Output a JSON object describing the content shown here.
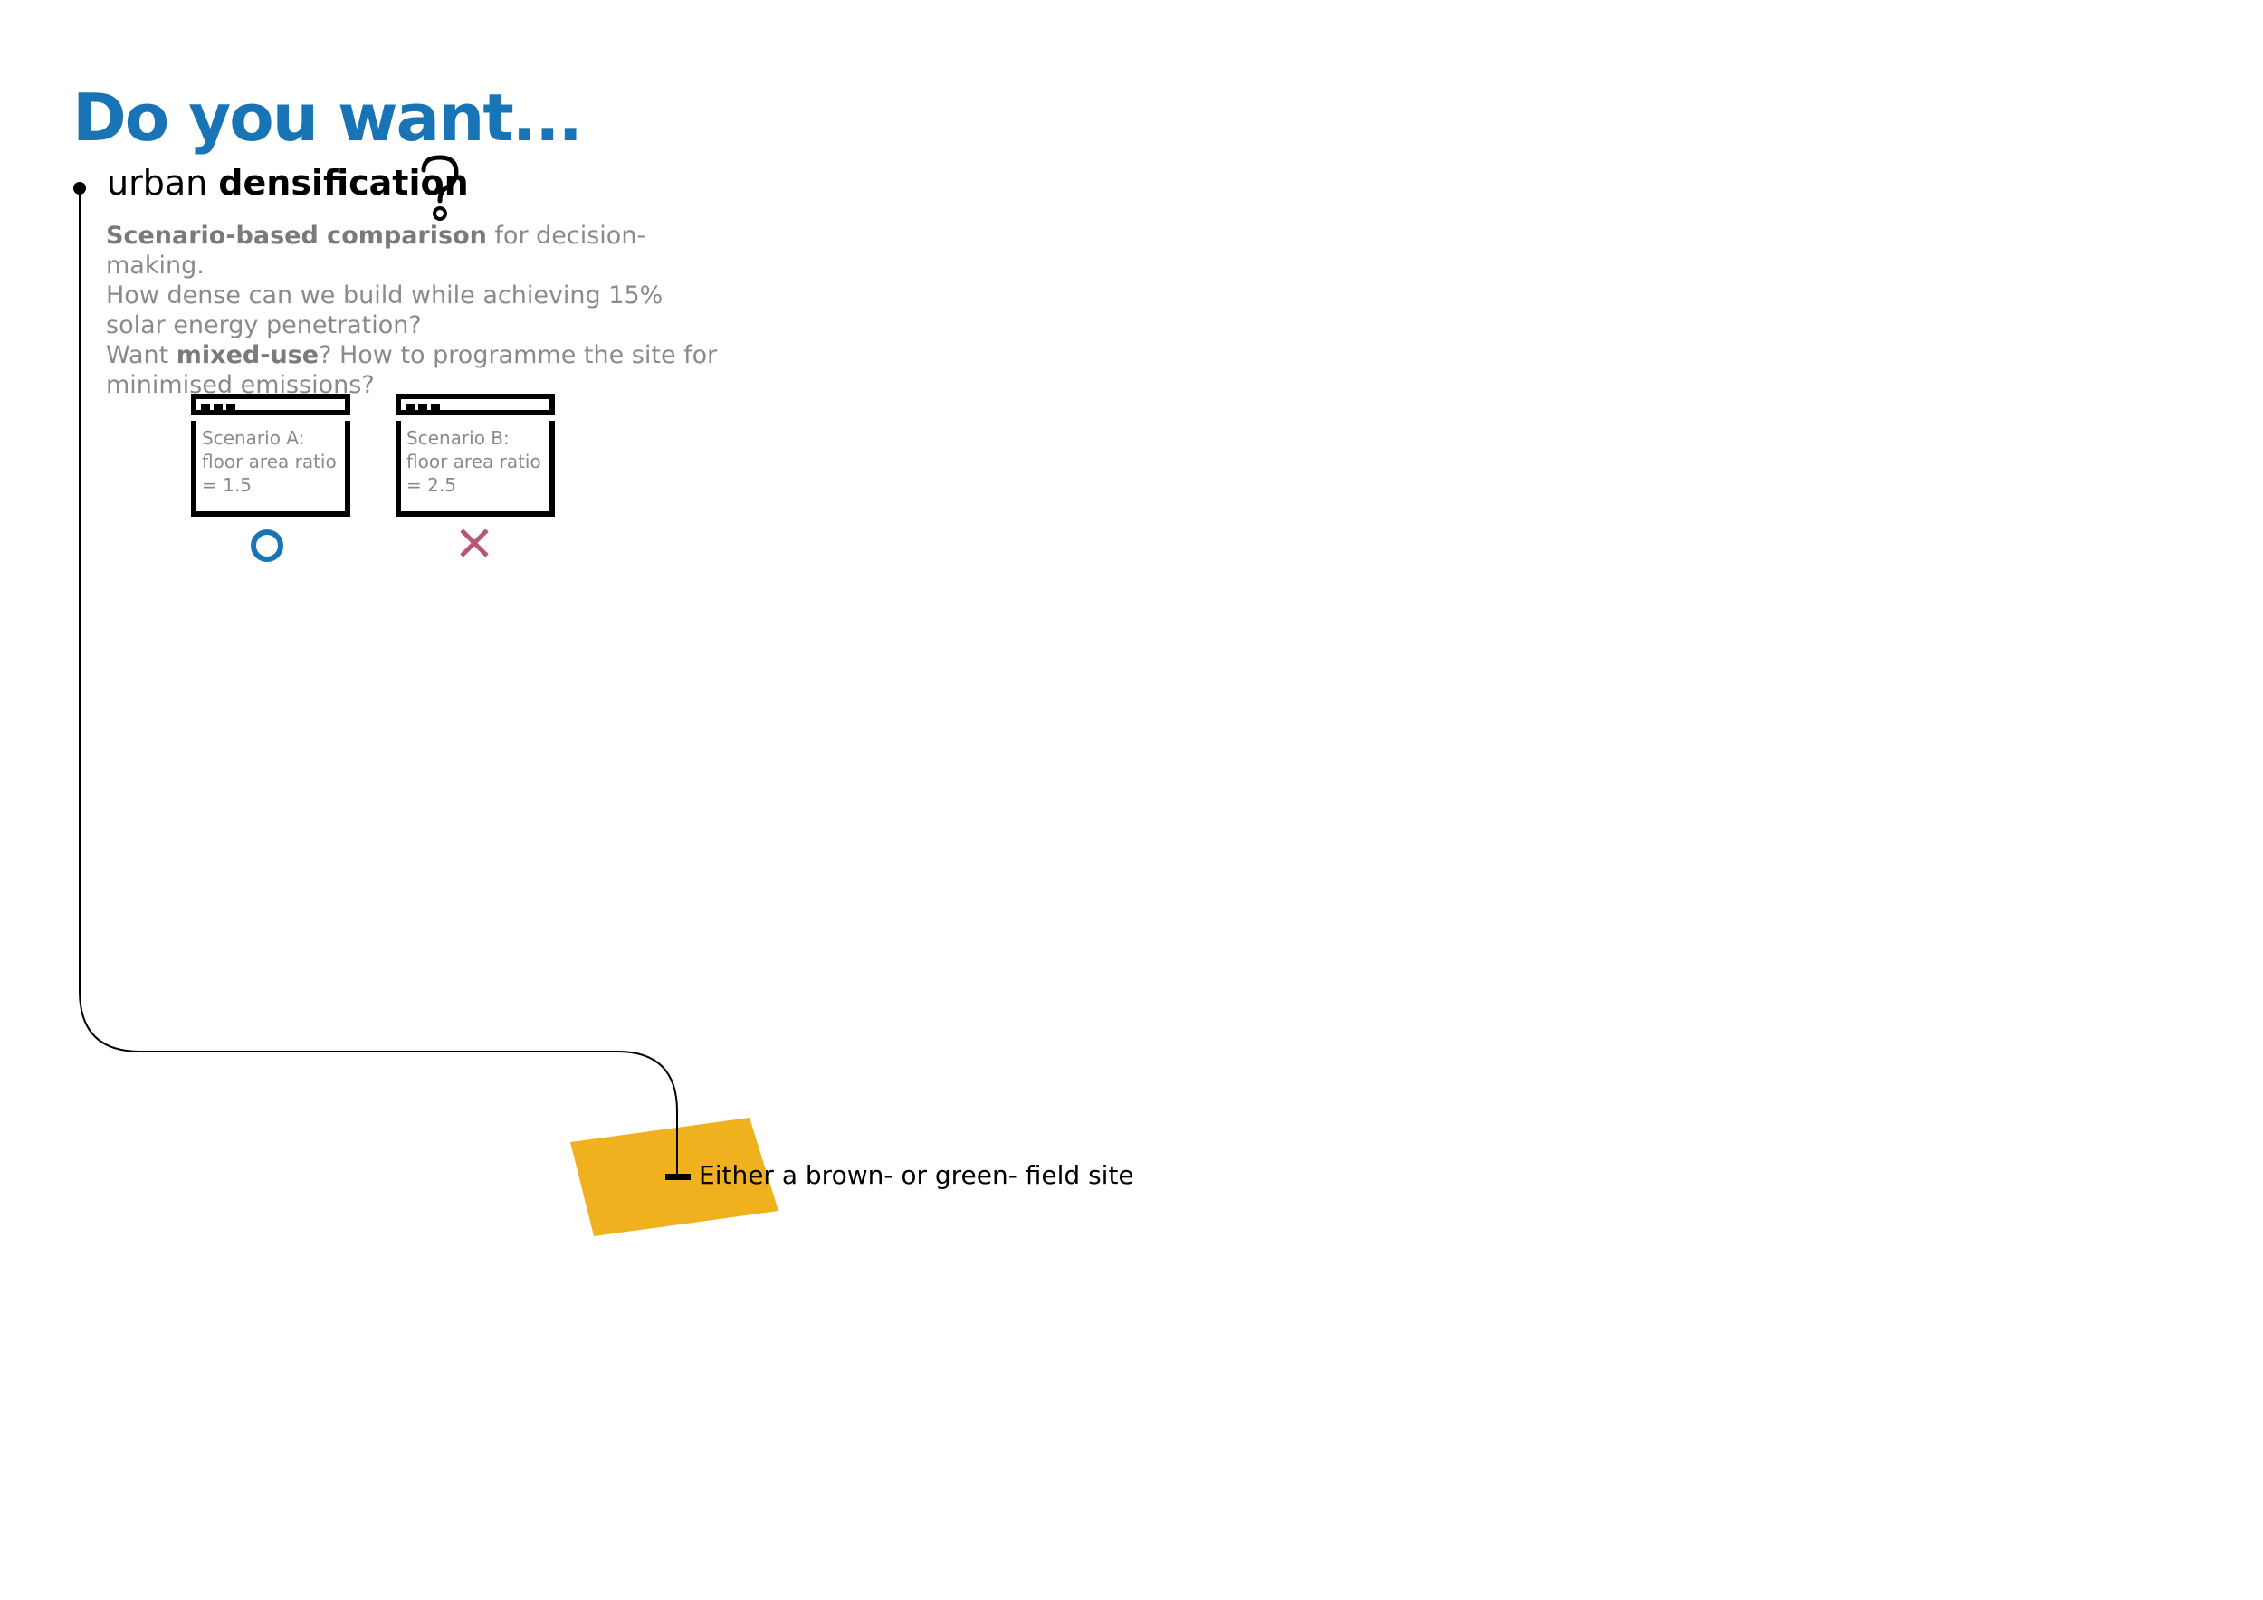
{
  "heading": "Do you want...",
  "question": {
    "lead": "urban",
    "strong": "densification",
    "mark": "?"
  },
  "description": {
    "line1_bold": "Scenario-based comparison",
    "line1_rest": " for decision-making.",
    "line2": "How dense can we build while achieving 15% solar energy penetration?",
    "line3_lead": "Want ",
    "line3_bold": "mixed-use",
    "line3_rest": "? How to programme the site for minimised emissions?"
  },
  "scenarios": [
    {
      "name": "Scenario A:",
      "metric": "floor area ratio",
      "value": "= 1.5",
      "verdict_icon": "circle-icon",
      "verdict_color": "#1874b4"
    },
    {
      "name": "Scenario B:",
      "metric": "floor area ratio",
      "value": "= 2.5",
      "verdict_icon": "cross-icon",
      "verdict_color": "#b9557a"
    }
  ],
  "site": {
    "label": "Either a brown- or green- field site",
    "color": "#f0b11e"
  },
  "colors": {
    "accent": "#1874b4",
    "text_muted": "#8a8a8a",
    "line": "#000000"
  }
}
